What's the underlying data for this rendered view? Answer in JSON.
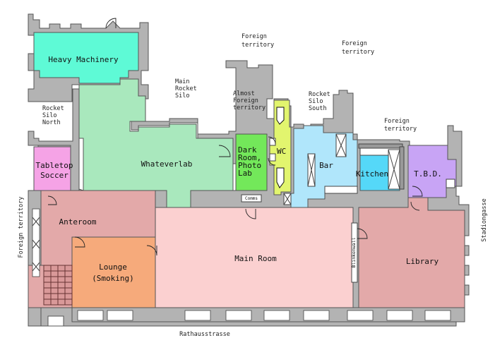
{
  "rooms": {
    "heavy_machinery": {
      "label": "Heavy Machinery",
      "color": "#5efad6"
    },
    "whateverlab": {
      "label": "Whateverlab",
      "color": "#a9e8bd"
    },
    "tabletop_soccer": {
      "label": [
        "Tabletop",
        "Soccer"
      ],
      "color": "#f5a3e6"
    },
    "dark_room": {
      "label": [
        "Dark",
        "Room,",
        "Photo",
        "Lab"
      ],
      "color": "#73e85a"
    },
    "wc": {
      "label": "WC",
      "color": "#e2f56e"
    },
    "bar": {
      "label": "Bar",
      "color": "#b0e6fb"
    },
    "kitchen": {
      "label": "Kitchen",
      "color": "#55d8f8"
    },
    "tbd": {
      "label": "T.B.D.",
      "color": "#c8a4f5"
    },
    "anteroom": {
      "label": "Anteroom",
      "color": "#e3a9a9"
    },
    "lounge": {
      "label": [
        "Lounge",
        "(Smoking)"
      ],
      "color": "#f6aa7b"
    },
    "main_room": {
      "label": "Main Room",
      "color": "#fbd0d0"
    },
    "library": {
      "label": "Library",
      "color": "#e3a9a9"
    },
    "comms": {
      "label": "Comms"
    },
    "blinkenwall": {
      "label": "Blinkenwall"
    }
  },
  "outside": {
    "foreign_territory_top": [
      "Foreign",
      "territory"
    ],
    "foreign_territory_right": [
      "Foreign",
      "territory"
    ],
    "foreign_territory_east": [
      "Foreign",
      "territory"
    ],
    "main_rocket_silo": [
      "Main",
      "Rocket",
      "Silo"
    ],
    "almost_foreign": [
      "Almost",
      "Foreign",
      "territory"
    ],
    "rocket_silo_south": [
      "Rocket",
      "Silo",
      "South"
    ],
    "rocket_silo_north": [
      "Rocket",
      "Silo",
      "North"
    ],
    "foreign_territory_left": "Foreign territory",
    "stadiongasse": "Stadiongasse",
    "rathausstrasse": "Rathausstrasse"
  },
  "colors": {
    "wall": "#b3b3b3",
    "outline": "#555555"
  }
}
